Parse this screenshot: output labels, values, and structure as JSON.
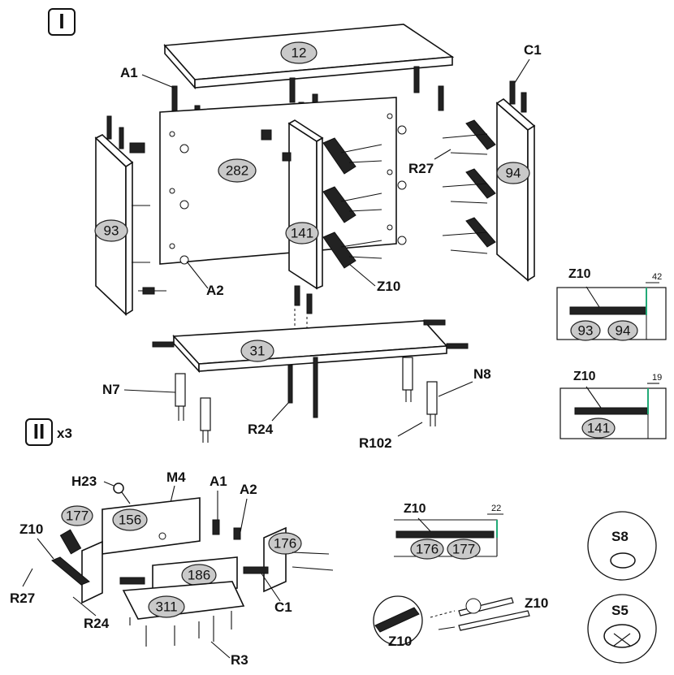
{
  "steps": {
    "one": "I",
    "two": "II",
    "repeat": "x3"
  },
  "panels": {
    "p12": "12",
    "p282": "282",
    "p93": "93",
    "p94": "94",
    "p141": "141",
    "p31": "31",
    "p177": "177",
    "p156": "156",
    "p176": "176",
    "p186": "186",
    "p311": "311"
  },
  "parts": {
    "a1": "A1",
    "c1": "C1",
    "r27": "R27",
    "a2": "A2",
    "z10": "Z10",
    "n7": "N7",
    "n8": "N8",
    "r24": "R24",
    "r102": "R102",
    "h23": "H23",
    "m4": "M4",
    "r3": "R3",
    "s8": "S8",
    "s5": "S5"
  },
  "dims": {
    "d42": "42",
    "d19": "19",
    "d22": "22"
  },
  "details": {
    "detail1": {
      "label": "Z10",
      "panels": [
        "93",
        "94"
      ],
      "dim": "42"
    },
    "detail2": {
      "label": "Z10",
      "panels": [
        "141"
      ],
      "dim": "19"
    },
    "detail3": {
      "label": "Z10",
      "panels": [
        "176",
        "177"
      ],
      "dim": "22"
    }
  }
}
